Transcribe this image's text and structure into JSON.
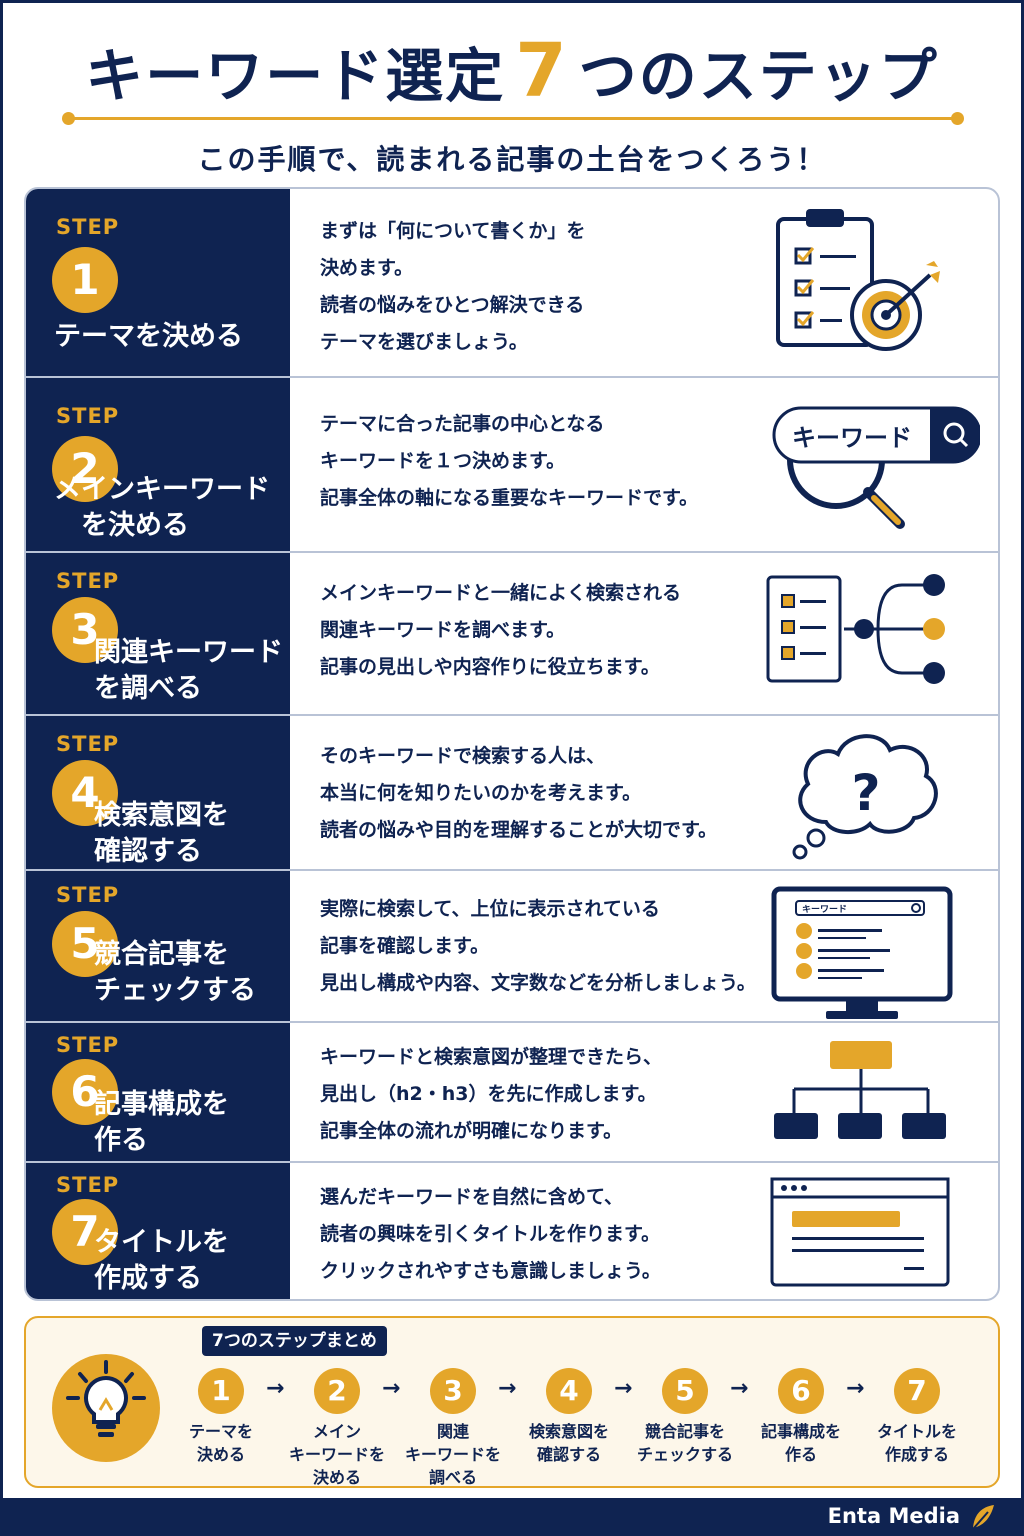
{
  "header": {
    "title_before": "キーワード選定",
    "title_num": "7",
    "title_after": "つのステップ",
    "subtitle": "この手順で、読まれる記事の土台をつくろう！"
  },
  "steps": [
    {
      "label": "STEP",
      "num": "1",
      "name": "テーマを決める",
      "desc": [
        "まずは「何について書くか」を",
        "決めます。",
        "読者の悩みをひとつ解決できる",
        "テーマを選びましょう。"
      ],
      "icon": "clipboard-target-icon"
    },
    {
      "label": "STEP",
      "num": "2",
      "name": "メインキーワード\n　を決める",
      "desc": [
        "テーマに合った記事の中心となる",
        "キーワードを１つ決めます。",
        "記事全体の軸になる重要なキーワードです。"
      ],
      "icon": "search-magnifier-icon",
      "icon_text": "キーワード"
    },
    {
      "label": "STEP",
      "num": "3",
      "name": "関連キーワード\nを調べる",
      "desc": [
        "メインキーワードと一緒によく検索される",
        "関連キーワードを調べます。",
        "記事の見出しや内容作りに役立ちます。"
      ],
      "icon": "list-branch-icon"
    },
    {
      "label": "STEP",
      "num": "4",
      "name": "検索意図を\n確認する",
      "desc": [
        "そのキーワードで検索する人は、",
        "本当に何を知りたいのかを考えます。",
        "読者の悩みや目的を理解することが大切です。"
      ],
      "icon": "thought-question-icon"
    },
    {
      "label": "STEP",
      "num": "5",
      "name": "競合記事を\nチェックする",
      "desc": [
        "実際に検索して、上位に表示されている",
        "記事を確認します。",
        "見出し構成や内容、文字数などを分析しましょう。"
      ],
      "icon": "monitor-results-icon",
      "icon_text": "キーワード"
    },
    {
      "label": "STEP",
      "num": "6",
      "name": "記事構成を\n作る",
      "desc": [
        "キーワードと検索意図が整理できたら、",
        "見出し（h2・h3）を先に作成します。",
        "記事全体の流れが明確になります。"
      ],
      "icon": "hierarchy-icon"
    },
    {
      "label": "STEP",
      "num": "7",
      "name": "タイトルを\n作成する",
      "desc": [
        "選んだキーワードを自然に含めて、",
        "読者の興味を引くタイトルを作ります。",
        "クリックされやすさも意識しましょう。"
      ],
      "icon": "browser-window-icon"
    }
  ],
  "summary": {
    "tag": "7つのステップまとめ",
    "icon": "lightbulb-icon",
    "items": [
      {
        "num": "1",
        "label": "テーマを\n決める"
      },
      {
        "num": "2",
        "label": "メイン\nキーワードを\n決める"
      },
      {
        "num": "3",
        "label": "関連\nキーワードを\n調べる"
      },
      {
        "num": "4",
        "label": "検索意図を\n確認する"
      },
      {
        "num": "5",
        "label": "競合記事を\nチェックする"
      },
      {
        "num": "6",
        "label": "記事構成を\n作る"
      },
      {
        "num": "7",
        "label": "タイトルを\n作成する"
      }
    ],
    "arrow": "→"
  },
  "footer": {
    "brand": "Enta Media",
    "icon": "feather-icon"
  },
  "colors": {
    "navy": "#0f2351",
    "gold": "#e4a62a",
    "cream": "#fdf7ea",
    "border": "#b9c3d6"
  }
}
